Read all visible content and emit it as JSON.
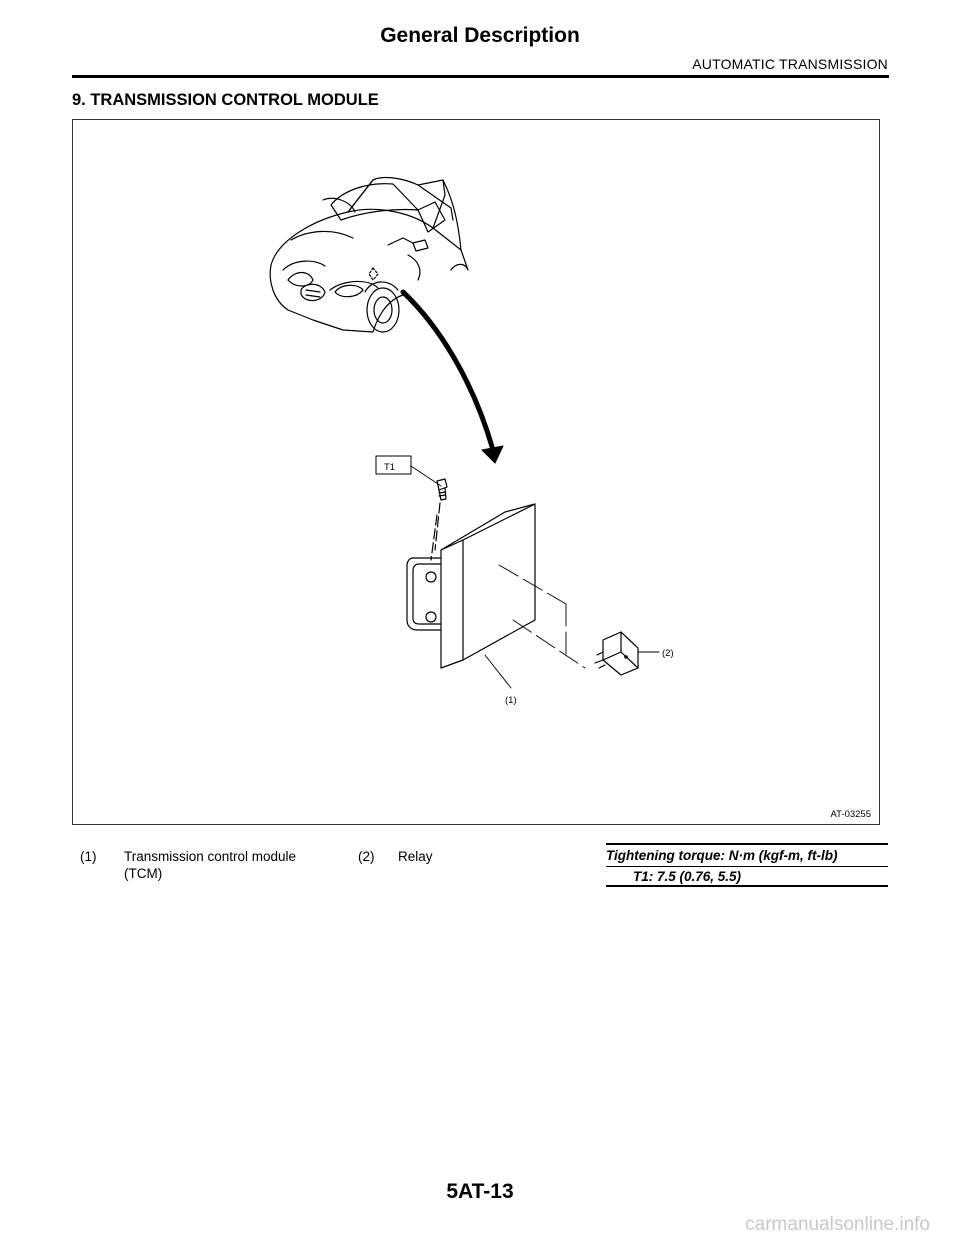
{
  "header": {
    "title": "General Description",
    "section": "AUTOMATIC TRANSMISSION"
  },
  "heading": "9.  TRANSMISSION CONTROL MODULE",
  "figure": {
    "id": "AT-03255",
    "callouts": {
      "torque_tag": "T1",
      "item1": "(1)",
      "item2": "(2)"
    }
  },
  "legend": [
    {
      "num": "(1)",
      "text": "Transmission control module (TCM)"
    },
    {
      "num": "(2)",
      "text": "Relay"
    }
  ],
  "torque": {
    "title": "Tightening torque: N·m (kgf-m, ft-lb)",
    "value": "T1:   7.5 (0.76, 5.5)"
  },
  "footer": {
    "page_number": "5AT-13",
    "watermark": "carmanualsonline.info"
  }
}
